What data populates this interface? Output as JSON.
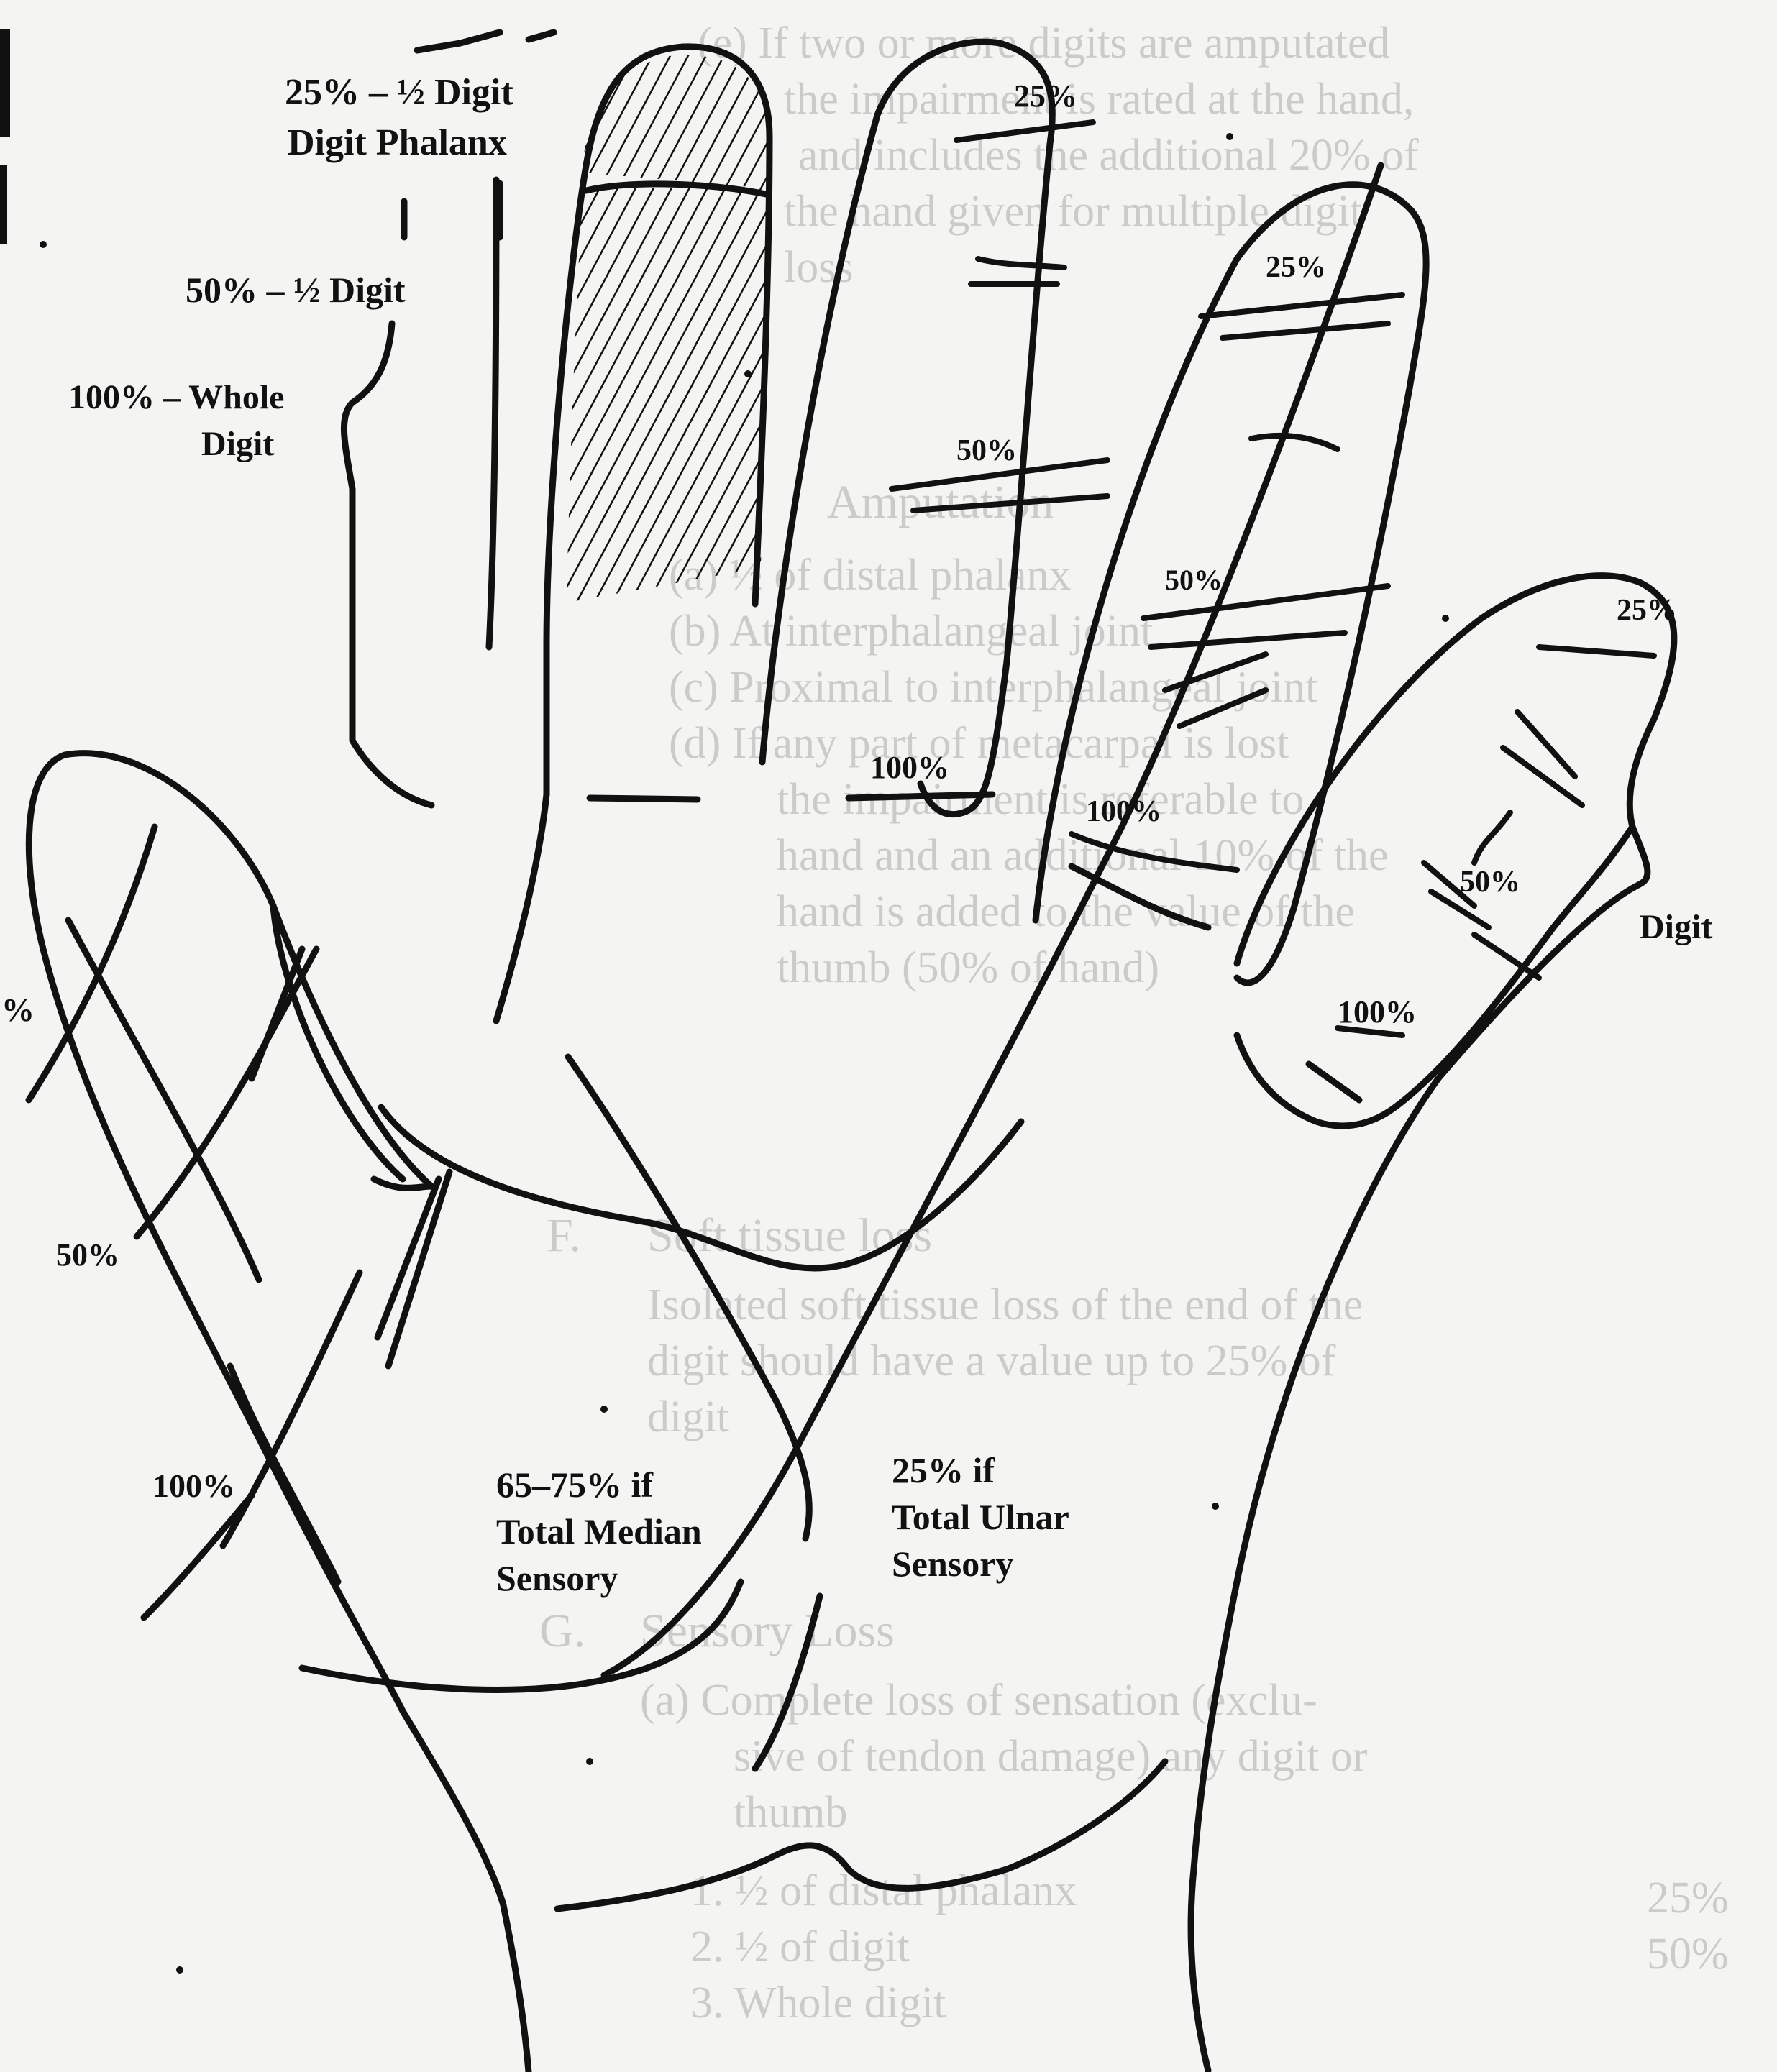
{
  "diagram": {
    "labels": {
      "digit_phalanx": "25% – ½ Digit\nDigit Phalanx",
      "half_digit": "50% – ½ Digit",
      "whole_digit": "100% – Whole\nDigit",
      "thumb_frag": "%",
      "thumb_50": "50%",
      "thumb_100": "100%",
      "median": "65–75% if\nTotal Median\nSensory",
      "ulnar": "25% if\nTotal Ulnar\nSensory",
      "middle_25": "25%",
      "middle_50": "50%",
      "middle_100": "100%",
      "ring_25": "25%",
      "ring_50": "50%",
      "ring_100": "100%",
      "little_25": "25%",
      "little_50": "50%",
      "little_100": "100%",
      "little_digit": "Digit"
    },
    "bleed_through_text": [
      "(e)  If two or more digits are amputated",
      "the impairment is rated at the hand,",
      "and  includes the additional 20% of",
      "the hand given for multiple digit",
      "loss",
      "Amputation",
      "(a)  ½ of distal phalanx",
      "(b)  At interphalangeal joint",
      "(c)  Proximal to interphalangeal joint",
      "(d)  If any part of metacarpal is lost",
      "the impairment is referable to",
      "hand and an additional 10% of the",
      "hand is added to the value of the",
      "thumb (50% of hand)",
      "F.",
      "Soft tissue loss",
      "Isolated soft tissue loss of the end of the",
      "digit should have a value up to 25% of",
      "digit",
      "G.",
      "Sensory Loss",
      "(a)  Complete loss of sensation (exclu-",
      "sive of tendon damage) any digit or",
      "thumb",
      "1.  ½ of distal phalanx",
      "2.  ½ of digit",
      "3.  Whole digit",
      "25%",
      "50%"
    ]
  }
}
